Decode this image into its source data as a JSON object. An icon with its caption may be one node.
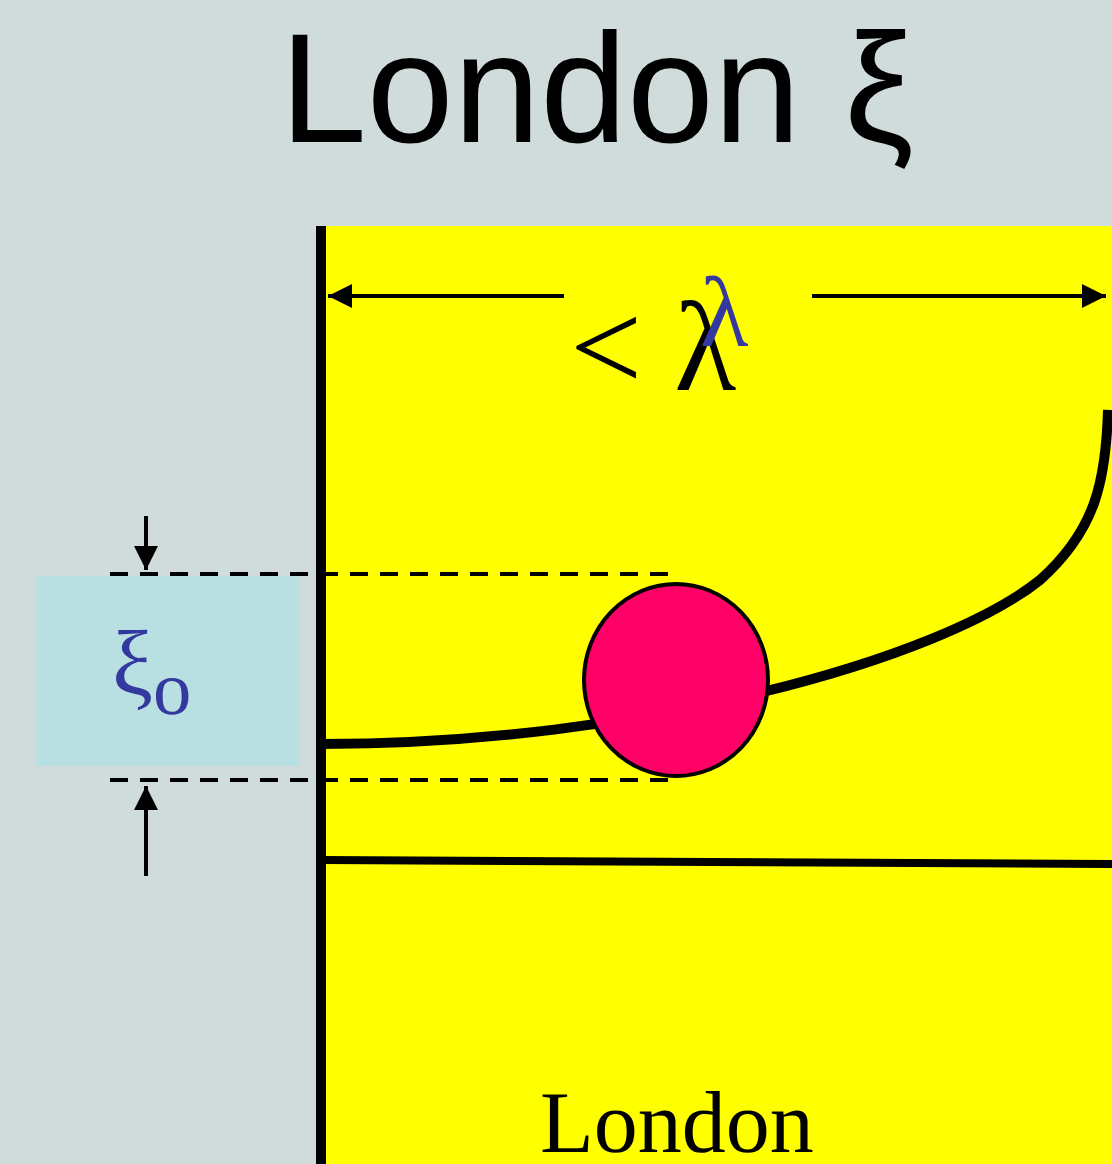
{
  "diagram": {
    "title": "London ξ",
    "nodes": [
      {
        "text": [
          "ξ$_{o}$"
        ]
      }
    ],
    "edges": [],
    "labels": [
      "< λ",
      "λ",
      "London"
    ]
  }
}
